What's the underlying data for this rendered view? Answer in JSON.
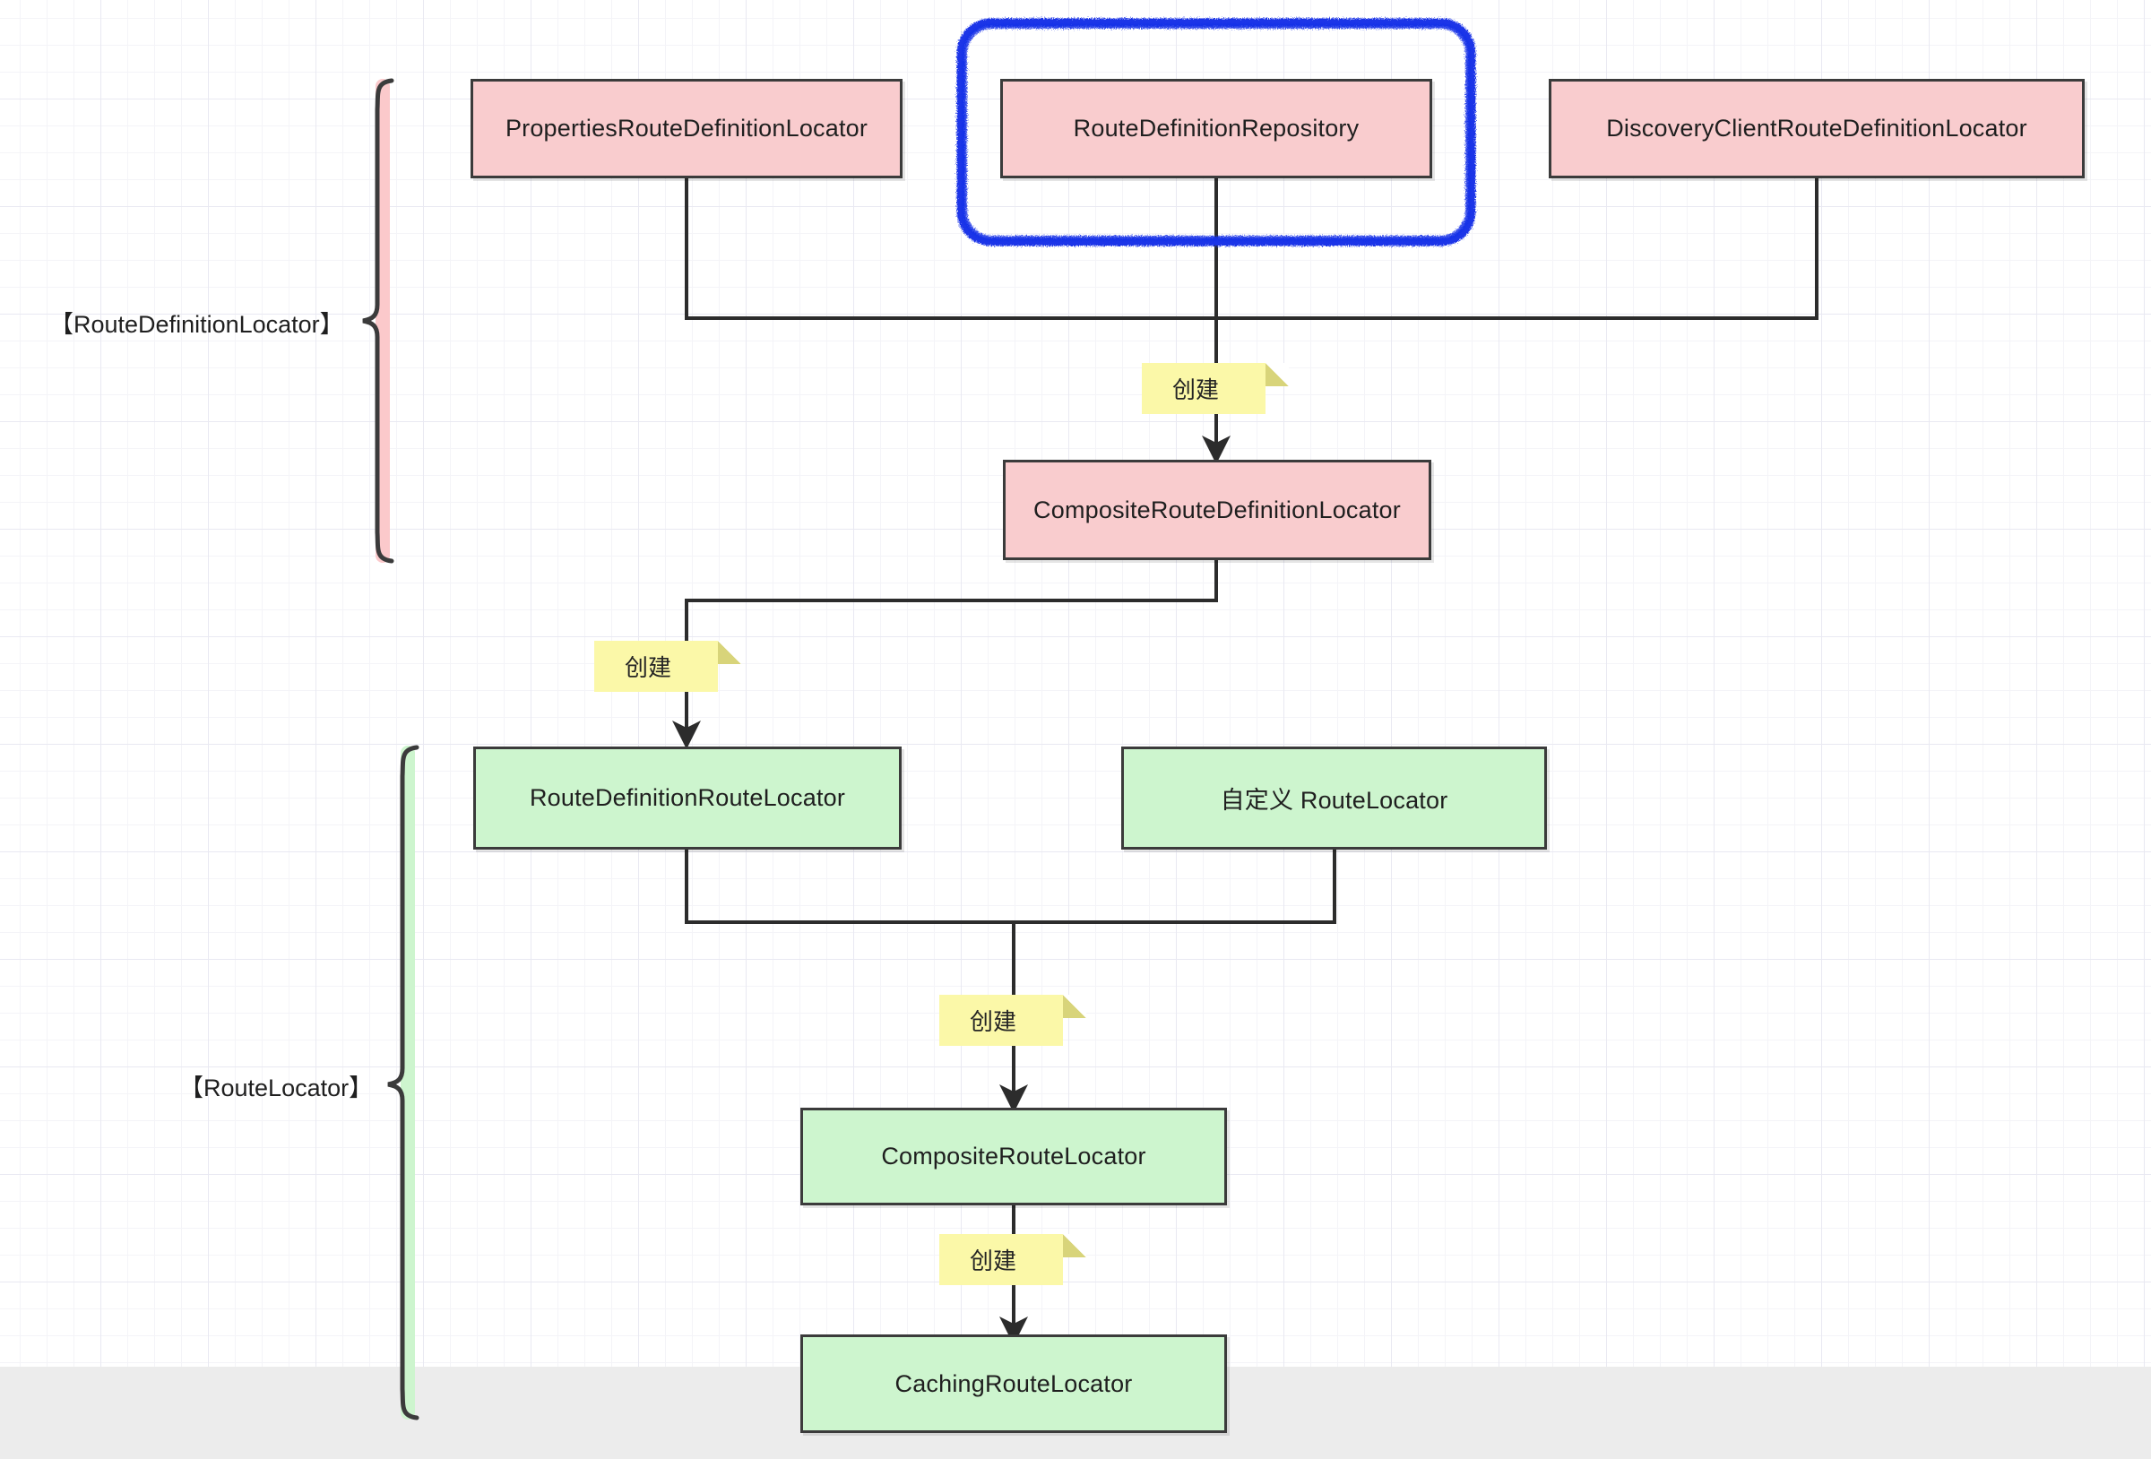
{
  "canvas": {
    "background": "#ffffff",
    "grid_minor_color": "#f4f4f8",
    "grid_major_color": "#e9e9f2",
    "footer_band_color": "#ececec"
  },
  "palette": {
    "pink_fill": "#f9ccce",
    "green_fill": "#cdf5ce",
    "sticky_fill": "#fbf8a8",
    "stroke": "#3b3b3b",
    "highlight_blue": "#1a34e8",
    "bracket_pink": "#fbc9cb",
    "bracket_green": "#cdf5ce"
  },
  "groups": [
    {
      "id": "route-definition-locator",
      "label": "【RouteDefinitionLocator】",
      "bar_color": "#fbc9cb"
    },
    {
      "id": "route-locator",
      "label": "【RouteLocator】",
      "bar_color": "#cdf5ce"
    }
  ],
  "nodes": [
    {
      "id": "properties-route-definition-locator",
      "label": "PropertiesRouteDefinitionLocator",
      "kind": "pink"
    },
    {
      "id": "route-definition-repository",
      "label": "RouteDefinitionRepository",
      "kind": "pink",
      "highlighted": true
    },
    {
      "id": "discovery-client-route-definition-locator",
      "label": "DiscoveryClientRouteDefinitionLocator",
      "kind": "pink"
    },
    {
      "id": "composite-route-definition-locator",
      "label": "CompositeRouteDefinitionLocator",
      "kind": "pink"
    },
    {
      "id": "route-definition-route-locator",
      "label": "RouteDefinitionRouteLocator",
      "kind": "green"
    },
    {
      "id": "custom-route-locator",
      "label": "自定义 RouteLocator",
      "kind": "green"
    },
    {
      "id": "composite-route-locator",
      "label": "CompositeRouteLocator",
      "kind": "green"
    },
    {
      "id": "caching-route-locator",
      "label": "CachingRouteLocator",
      "kind": "green"
    }
  ],
  "stickies": [
    {
      "id": "create-1",
      "label": "创建"
    },
    {
      "id": "create-2",
      "label": "创建"
    },
    {
      "id": "create-3",
      "label": "创建"
    },
    {
      "id": "create-4",
      "label": "创建"
    }
  ],
  "annotations": [
    {
      "id": "blue-highlight-rect",
      "target": "route-definition-repository",
      "color": "#1a34e8",
      "style": "hand-drawn-rounded-rect"
    }
  ]
}
